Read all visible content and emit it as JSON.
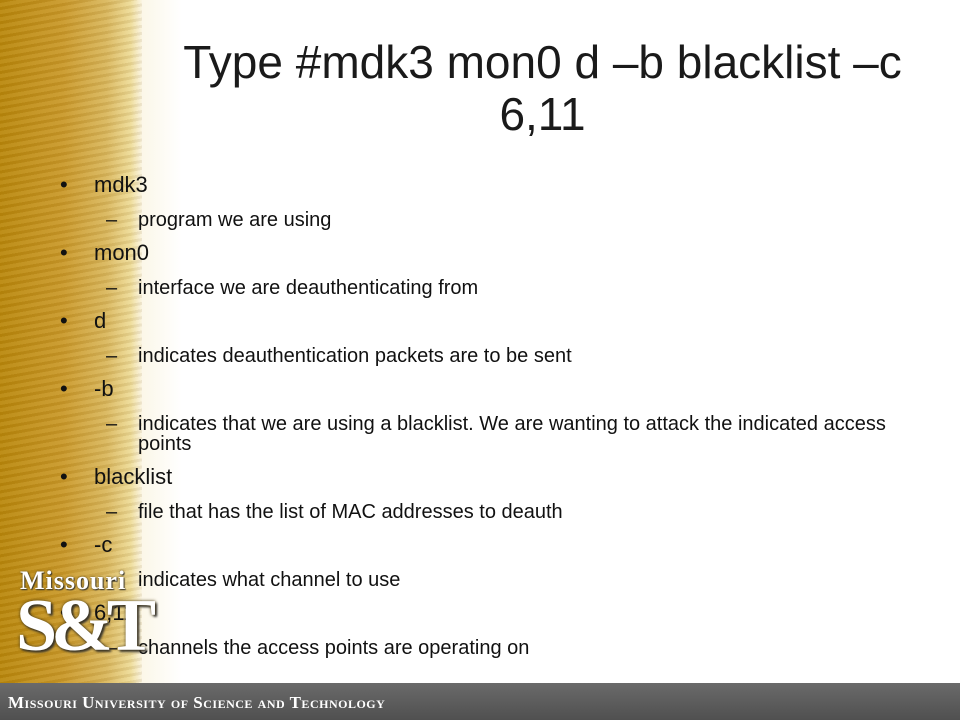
{
  "slide": {
    "title": "Type #mdk3 mon0 d –b blacklist –c 6,11",
    "items": [
      {
        "bullet": "•",
        "term": "mdk3",
        "dash": "–",
        "desc": "program we are using"
      },
      {
        "bullet": "•",
        "term": "mon0",
        "dash": "–",
        "desc": "interface we are deauthenticating from"
      },
      {
        "bullet": "•",
        "term": "d",
        "dash": "–",
        "desc": "indicates deauthentication packets are to be sent"
      },
      {
        "bullet": "•",
        "term": "-b",
        "dash": "–",
        "desc": "indicates that we are using a blacklist. We are wanting to attack the indicated access points"
      },
      {
        "bullet": "•",
        "term": "blacklist",
        "dash": "–",
        "desc": "file that has the list of MAC addresses to deauth"
      },
      {
        "bullet": "•",
        "term": "-c",
        "dash": "–",
        "desc": "indicates what channel to use"
      },
      {
        "bullet": "•",
        "term": "6,11",
        "dash": "–",
        "desc": "channels the access points are operating on"
      }
    ]
  },
  "logo": {
    "top_word": "Missouri",
    "mark": "S&T"
  },
  "footer": {
    "text": "Missouri University of Science and Technology"
  }
}
